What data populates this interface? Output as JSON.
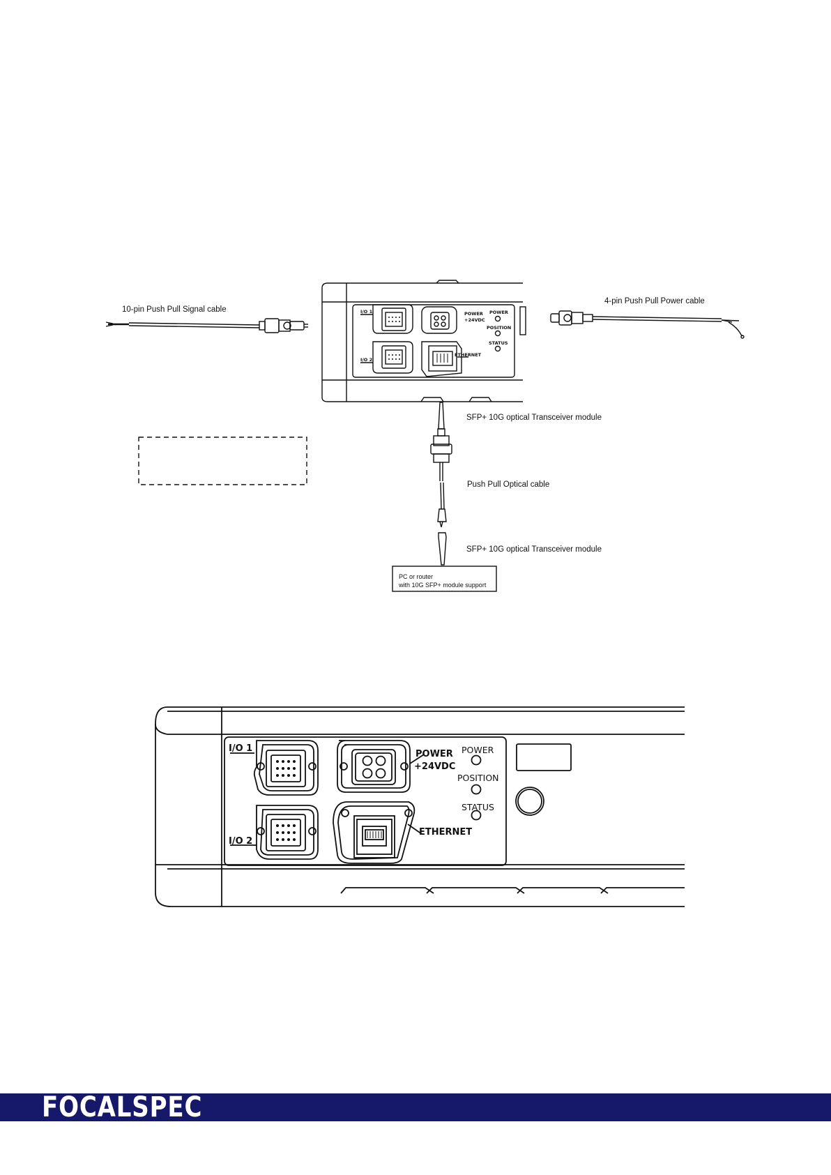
{
  "colors": {
    "ink": "#111111",
    "footer": "#16196a",
    "background": "#ffffff"
  },
  "overview": {
    "signal_cable_label": "10-pin Push Pull Signal cable",
    "power_cable_label": "4-pin Push Pull Power cable",
    "sfp_top_label": "SFP+ 10G optical Transceiver module",
    "optical_cable_label": "Push Pull Optical cable",
    "sfp_bottom_label": "SFP+ 10G optical Transceiver module",
    "pc_box_line1": "PC or router",
    "pc_box_line2": "with 10G SFP+ module support",
    "device": {
      "io1": "I/O 1",
      "io2": "I/O 2",
      "power_port": "POWER",
      "power_voltage": "+24VDC",
      "ethernet": "ETHERNET",
      "led_power": "POWER",
      "led_position": "POSITION",
      "led_status": "STATUS"
    }
  },
  "panel": {
    "io1": "I/O 1",
    "io2": "I/O 2",
    "power_port": "POWER",
    "power_voltage": "+24VDC",
    "ethernet": "ETHERNET",
    "led_power": "POWER",
    "led_position": "POSITION",
    "led_status": "STATUS"
  },
  "footer": {
    "brand": "FOCALSPEC"
  }
}
